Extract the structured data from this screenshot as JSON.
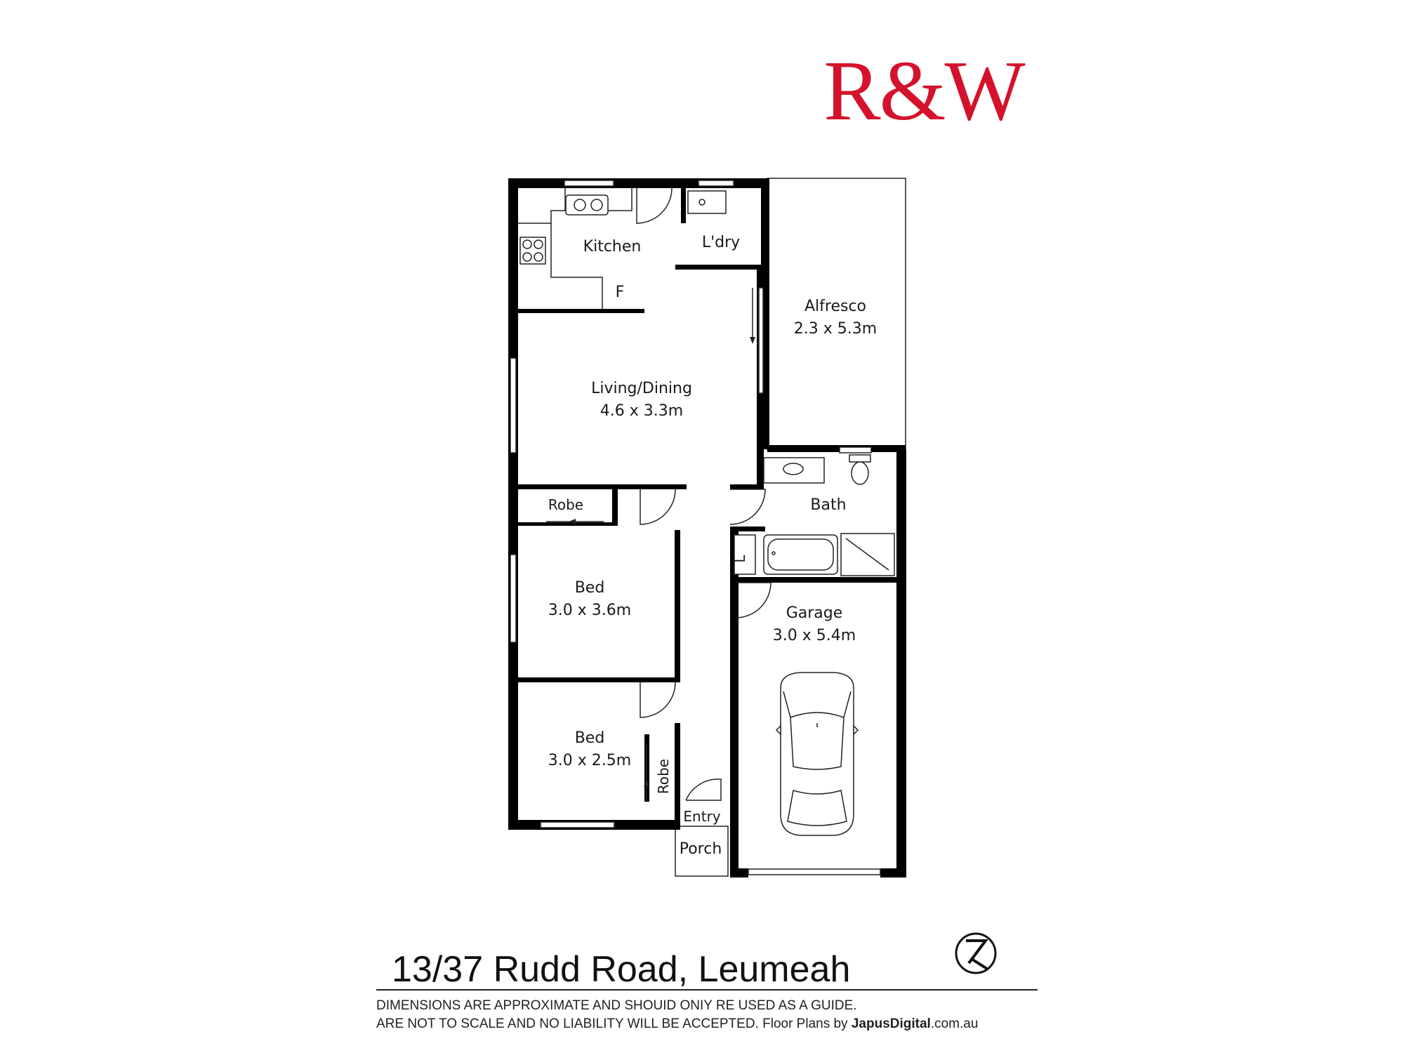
{
  "brand": {
    "logo_text": "R&W",
    "color": "#d4122b"
  },
  "rooms": {
    "kitchen": {
      "name": "Kitchen"
    },
    "fridge": {
      "name": "F"
    },
    "laundry": {
      "name": "L'dry"
    },
    "alfresco": {
      "name": "Alfresco",
      "size": "2.3 x 5.3m"
    },
    "living": {
      "name": "Living/Dining",
      "size": "4.6 x 3.3m"
    },
    "robe1": {
      "name": "Robe"
    },
    "bath": {
      "name": "Bath"
    },
    "linen": {
      "name": "L"
    },
    "bed1": {
      "name": "Bed",
      "size": "3.0 x 3.6m"
    },
    "garage": {
      "name": "Garage",
      "size": "3.0 x 5.4m"
    },
    "bed2": {
      "name": "Bed",
      "size": "3.0 x 2.5m"
    },
    "robe2": {
      "name": "Robe"
    },
    "entry": {
      "name": "Entry"
    },
    "porch": {
      "name": "Porch"
    }
  },
  "address": "13/37 Rudd Road, Leumeah",
  "disclaimer": {
    "line1": "DIMENSIONS ARE APPROXIMATE AND SHOUID ONIY RE USED AS A GUIDE.",
    "line2_prefix": "ARE NOT TO SCALE AND NO LIABILITY WILL BE ACCEPTED. Floor Plans by ",
    "brand_bold": "JapusDigital",
    "brand_suffix": ".com.au"
  },
  "icons": {
    "compass": "north-compass-icon"
  }
}
